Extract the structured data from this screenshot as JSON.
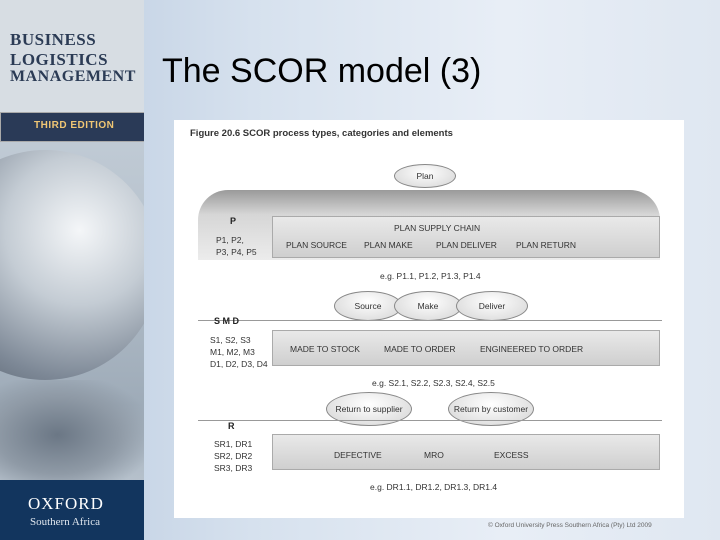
{
  "cover": {
    "line1": "BUSINESS",
    "line2": "LOGISTICS",
    "line3": "MANAGEMENT",
    "edition": "THIRD EDITION",
    "publisher": "OXFORD",
    "publisher_region": "Southern Africa"
  },
  "slide": {
    "title": "The SCOR model (3)"
  },
  "figure": {
    "caption": "Figure 20.6 SCOR process types, categories and elements",
    "plan_oval": "Plan",
    "plan_level": {
      "letter": "P",
      "codes_1": "P1, P2,",
      "codes_2": "P3, P4, P5",
      "header": "PLAN SUPPLY CHAIN",
      "cells": [
        "PLAN SOURCE",
        "PLAN MAKE",
        "PLAN DELIVER",
        "PLAN RETURN"
      ],
      "example": "e.g. P1.1, P1.2, P1.3, P1.4"
    },
    "smd_level": {
      "letter": "S M D",
      "codes_1": "S1, S2, S3",
      "codes_2": "M1, M2, M3",
      "codes_3": "D1, D2, D3, D4",
      "ovals": [
        "Source",
        "Make",
        "Deliver"
      ],
      "cells": [
        "MADE TO STOCK",
        "MADE TO ORDER",
        "ENGINEERED TO ORDER"
      ],
      "example": "e.g. S2.1, S2.2, S2.3, S2.4, S2.5"
    },
    "r_level": {
      "letter": "R",
      "codes_1": "SR1, DR1",
      "codes_2": "SR2, DR2",
      "codes_3": "SR3, DR3",
      "ovals": [
        "Return to supplier",
        "Return by customer"
      ],
      "cells": [
        "DEFECTIVE",
        "MRO",
        "EXCESS"
      ],
      "example": "e.g. DR1.1, DR1.2, DR1.3, DR1.4"
    }
  },
  "copyright": "© Oxford University Press Southern Africa (Pty) Ltd 2009"
}
